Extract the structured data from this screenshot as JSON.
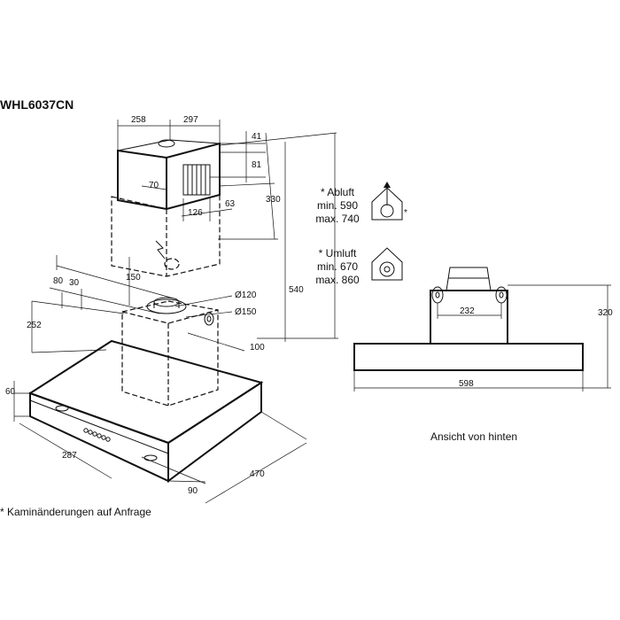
{
  "title": "WHL6037CN",
  "footnote": "* Kaminänderungen auf Anfrage",
  "rear_view": {
    "caption": "Ansicht von hinten",
    "dims": {
      "width": "598",
      "bracket_spacing": "232",
      "height": "320"
    }
  },
  "modes": {
    "exhaust": {
      "label": "* Abluft",
      "min": "min. 590",
      "max": "max. 740",
      "icon": "exhaust-house-icon"
    },
    "recirculation": {
      "label": "* Umluft",
      "min": "min. 670",
      "max": "max. 860",
      "icon": "recirculation-house-icon"
    }
  },
  "front_dims": {
    "d258": "258",
    "d297": "297",
    "d41": "41",
    "d81": "81",
    "d70": "70",
    "d126": "126",
    "d63": "63",
    "d330": "330",
    "d540": "540",
    "d150": "150",
    "d80": "80",
    "d30": "30",
    "d120": "Ø120",
    "d150dia": "Ø150",
    "d252": "252",
    "d100": "100",
    "d60": "60",
    "d287": "287",
    "d470": "470",
    "d90": "90"
  }
}
